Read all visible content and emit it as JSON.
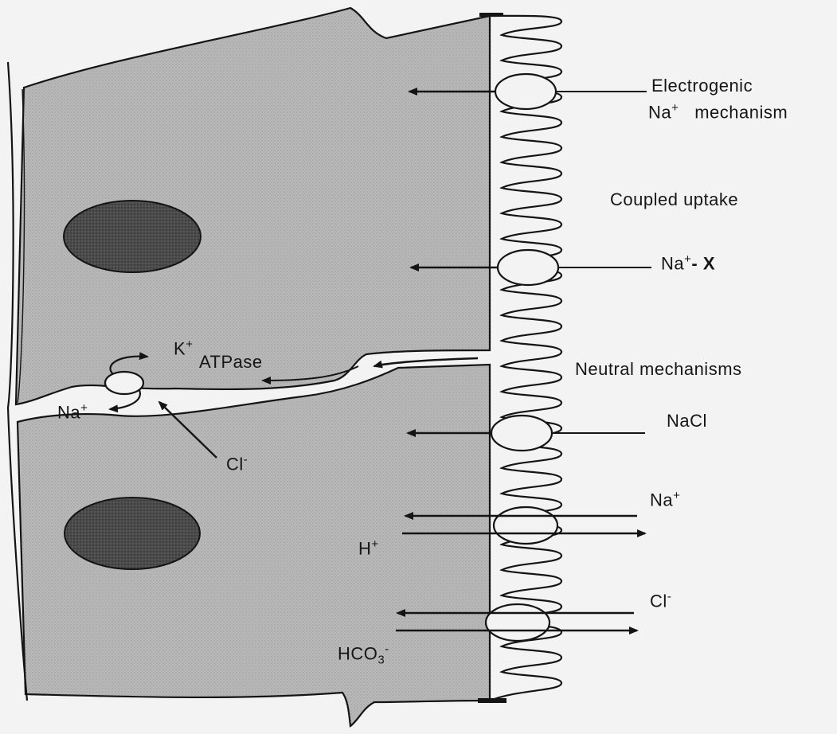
{
  "labels": {
    "electrogenic": "Electrogenic",
    "na_sym": "Na",
    "plus": "+",
    "minus": "-",
    "mechanism": "mechanism",
    "coupled_uptake": "Coupled uptake",
    "x": "- X",
    "atpase": "ATPase",
    "k_sym": "K",
    "neutral_mechanisms": "Neutral mechanisms",
    "nacl": "NaCl",
    "cl_sym": "Cl",
    "h_sym": "H",
    "hco_sym": "HCO",
    "sub3": "3"
  },
  "colors": {
    "cell": "#b4b4b4",
    "nucleus": "#4a4a4a",
    "stroke": "#141414",
    "background": "#f3f3f3"
  }
}
